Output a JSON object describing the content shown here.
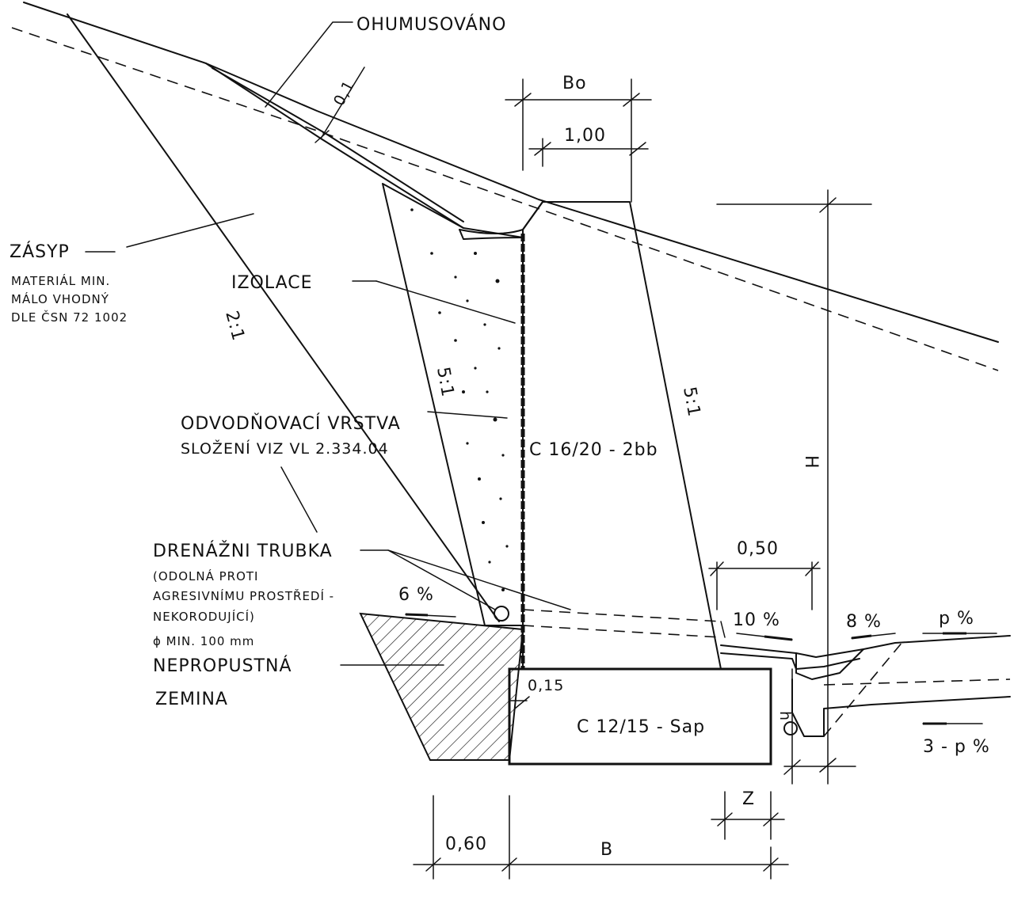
{
  "labels": {
    "ohumusovano": "OHUMUSOVÁNO",
    "zasyp": "ZÁSYP",
    "zasyp_note_1": "MATERIÁL MIN.",
    "zasyp_note_2": "MÁLO VHODNÝ",
    "zasyp_note_3": "DLE ČSN 72 1002",
    "izolace": "IZOLACE",
    "odvodnovaci_1": "ODVODŇOVACÍ VRSTVA",
    "odvodnovaci_2": "SLOŽENÍ VIZ VL 2.334.04",
    "drenazni_1": "DRENÁŽNI TRUBKA",
    "drenazni_2": "(ODOLNÁ PROTI",
    "drenazni_3": "AGRESIVNÍMU PROSTŘEDÍ -",
    "drenazni_4": "NEKORODUJÍCÍ)",
    "drenazni_5": "ϕ MIN. 100 mm",
    "nepropustna": "NEPROPUSTNÁ",
    "zemina": "ZEMINA",
    "wall_concrete": "C 16/20 - 2bb",
    "footing_concrete": "C 12/15 - Sap"
  },
  "dimensions": {
    "bo": "Bo",
    "top_width": "1,00",
    "cover_thickness": "0,1",
    "offset": "0,50",
    "footing_step": "0,15",
    "heel": "0,60",
    "base": "B",
    "z": "Z",
    "height": "H",
    "h": "h"
  },
  "slopes": {
    "backfill": "2:1",
    "wall_back": "5:1",
    "wall_front": "5:1",
    "grade_6": "6 %",
    "grade_10": "10 %",
    "grade_8": "8 %",
    "grade_p": "p %",
    "grade_3p": "3 - p %"
  }
}
